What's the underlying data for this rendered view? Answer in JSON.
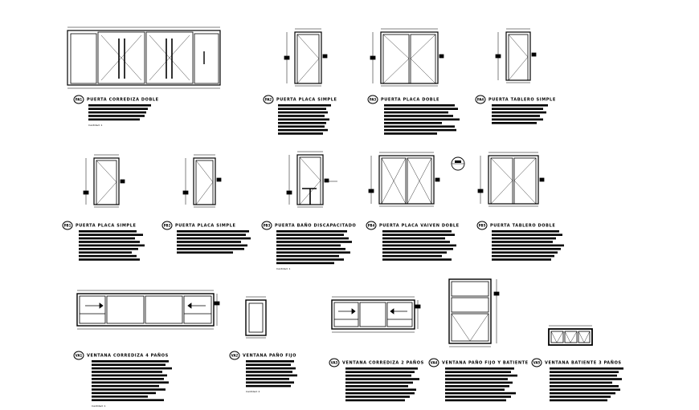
{
  "sheet": {
    "items": [
      {
        "tag": "PA1",
        "title": "PUERTA CORREDIZA DOBLE",
        "note": "Cantidad: 1"
      },
      {
        "tag": "PA2",
        "title": "PUERTA PLACA SIMPLE",
        "note": ""
      },
      {
        "tag": "PA3",
        "title": "PUERTA PLACA DOBLE",
        "note": ""
      },
      {
        "tag": "PA4",
        "title": "PUERTA TABLERO SIMPLE",
        "note": ""
      },
      {
        "tag": "PB1",
        "title": "PUERTA PLACA SIMPLE",
        "note": ""
      },
      {
        "tag": "PB2",
        "title": "PUERTA PLACA SIMPLE",
        "note": ""
      },
      {
        "tag": "PB3",
        "title": "PUERTA BAÑO DISCAPACITADO",
        "note": "Cantidad: 1"
      },
      {
        "tag": "PB4",
        "title": "PUERTA PLACA VAIVEN DOBLE",
        "note": ""
      },
      {
        "tag": "PB5",
        "title": "PUERTA TABLERO DOBLE",
        "note": ""
      },
      {
        "tag": "VA1",
        "title": "VENTANA CORREDIZA 4 PAÑOS",
        "note": "Cantidad: 1"
      },
      {
        "tag": "VA2",
        "title": "VENTANA PAÑO FIJO",
        "note": "Cantidad: 2"
      },
      {
        "tag": "VA3",
        "title": "VENTANA CORREDIZA 2 PAÑOS",
        "note": ""
      },
      {
        "tag": "VA4",
        "title": "VENTANA PAÑO FIJO Y BATIENTE",
        "note": ""
      },
      {
        "tag": "VA5",
        "title": "VENTANA BATIENTE 3 PAÑOS",
        "note": ""
      }
    ]
  }
}
